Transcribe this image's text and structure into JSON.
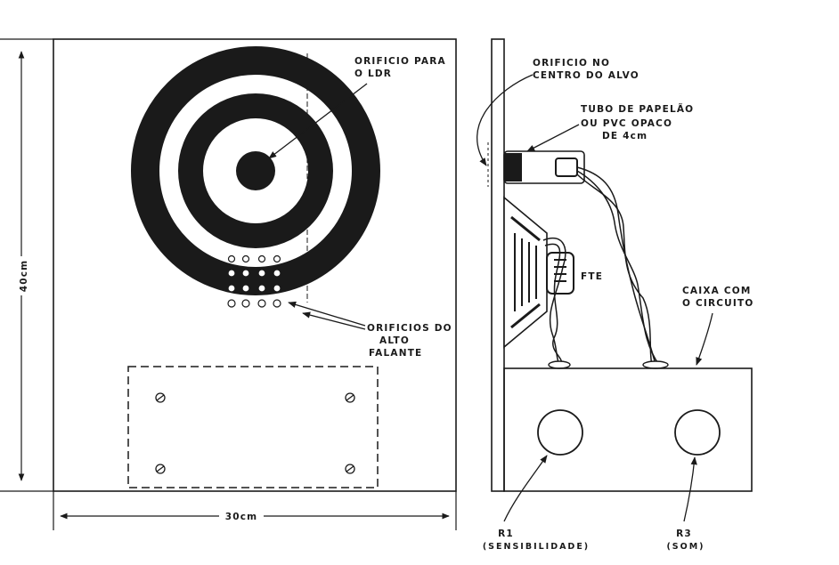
{
  "colors": {
    "ink": "#1a1a1a",
    "paper": "#ffffff"
  },
  "front_view": {
    "height_label": "40cm",
    "width_label": "30cm",
    "ldr_hole_label": [
      "ORIFICIO PARA",
      "O LDR"
    ],
    "speaker_holes_label": [
      "ORIFICIOS DO",
      "ALTO",
      "FALANTE"
    ]
  },
  "side_view": {
    "target_hole_label": [
      "ORIFICIO NO",
      "CENTRO DO ALVO"
    ],
    "tube_label": [
      "TUBO DE PAPELÃO",
      "OU PVC OPACO",
      "DE 4cm"
    ],
    "speaker_label": "FTE",
    "box_label": [
      "CAIXA COM",
      "O CIRCUITO"
    ],
    "knob_r1_label": [
      "R1",
      "(SENSIBILIDADE)"
    ],
    "knob_r3_label": [
      "R3",
      "(SOM)"
    ]
  }
}
